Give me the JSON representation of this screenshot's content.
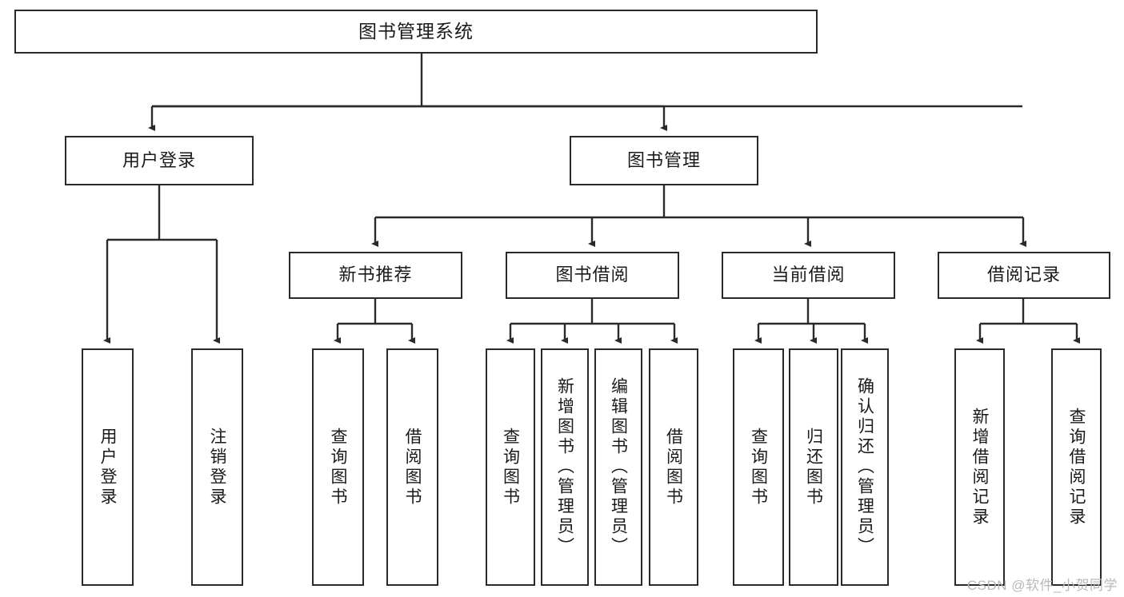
{
  "diagram": {
    "title": "图书管理系统",
    "watermark": "CSDN @软件_小贺同学",
    "line_color": "#2a2a2a",
    "box_fill": "#ffffff",
    "text_color": "#1a1a1a",
    "root": {
      "label": "图书管理系统"
    },
    "level2": [
      {
        "label": "用户登录"
      },
      {
        "label": "图书管理"
      }
    ],
    "level3": [
      {
        "label": "新书推荐"
      },
      {
        "label": "图书借阅"
      },
      {
        "label": "当前借阅"
      },
      {
        "label": "借阅记录"
      }
    ],
    "leaves": {
      "user_login": [
        {
          "label": "用户登录"
        },
        {
          "label": "注销登录"
        }
      ],
      "new_book_recommend": [
        {
          "label": "查询图书"
        },
        {
          "label": "借阅图书"
        }
      ],
      "book_borrow": [
        {
          "label": "查询图书"
        },
        {
          "label": "新增图书（管理员）"
        },
        {
          "label": "编辑图书（管理员）"
        },
        {
          "label": "借阅图书"
        }
      ],
      "current_borrow": [
        {
          "label": "查询图书"
        },
        {
          "label": "归还图书"
        },
        {
          "label": "确认归还（管理员）"
        }
      ],
      "borrow_record": [
        {
          "label": "新增借阅记录"
        },
        {
          "label": "查询借阅记录"
        }
      ]
    }
  }
}
